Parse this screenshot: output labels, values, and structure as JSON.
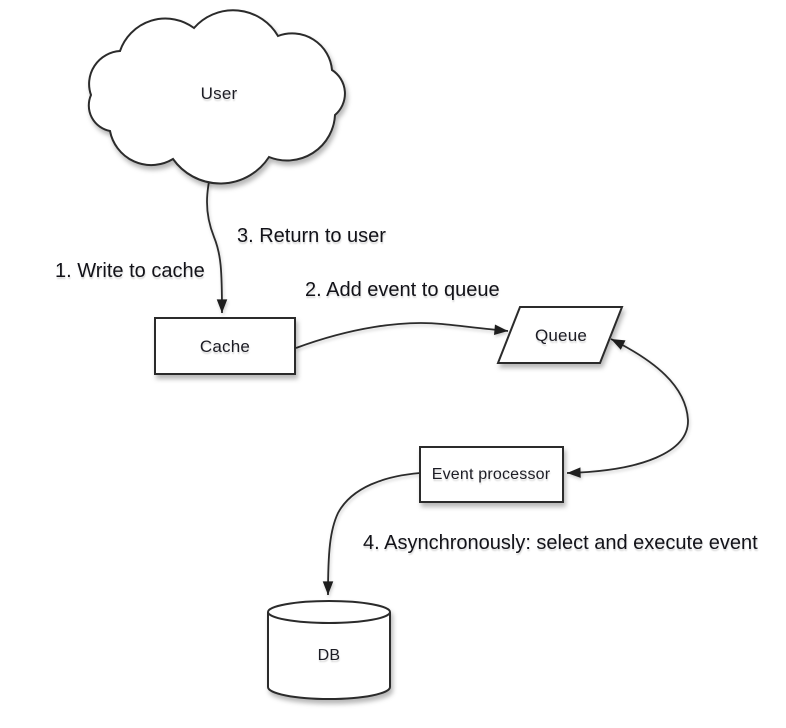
{
  "diagram": {
    "nodes": {
      "user": {
        "label": "User",
        "shape": "cloud"
      },
      "cache": {
        "label": "Cache",
        "shape": "rectangle"
      },
      "queue": {
        "label": "Queue",
        "shape": "parallelogram"
      },
      "event_processor": {
        "label": "Event processor",
        "shape": "rectangle"
      },
      "db": {
        "label": "DB",
        "shape": "cylinder"
      }
    },
    "steps": {
      "step1": "1. Write to cache",
      "step2": "2. Add event to queue",
      "step3": "3. Return to user",
      "step4": "4. Asynchronously: select and execute event"
    },
    "edges": [
      {
        "from": "user",
        "to": "cache",
        "style": "arrow"
      },
      {
        "from": "cache",
        "to": "queue",
        "style": "arrow"
      },
      {
        "from": "queue",
        "to": "event_processor",
        "style": "double-arrow"
      },
      {
        "from": "event_processor",
        "to": "db",
        "style": "arrow"
      }
    ],
    "colors": {
      "background": "#ffffff",
      "stroke": "#2b2b2b",
      "text": "#17171c",
      "shape_fill": "#ffffff"
    }
  }
}
